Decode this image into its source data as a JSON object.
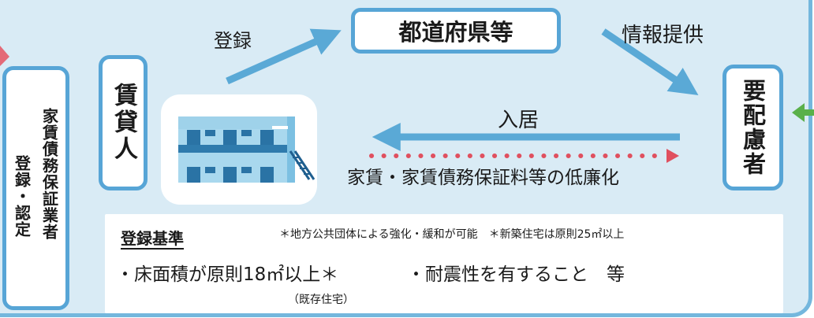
{
  "prefecture": "都道府県等",
  "landlord": "賃貸人",
  "needy": "要配慮者",
  "guarantor_line1": "家賃債務保証業者",
  "guarantor_line2": "登録・認定",
  "flow": {
    "register": "登録",
    "info": "情報提供",
    "move_in": "入居",
    "reduction": "家賃・家賃債務保証料等の低廉化"
  },
  "criteria": {
    "title": "登録基準",
    "note": "＊地方公共団体による強化・緩和が可能　＊新築住宅は原則25㎡以上",
    "item1": "・床面積が原則18㎡以上＊",
    "item2": "・耐震性を有すること　等",
    "sub": "（既存住宅）"
  },
  "colors": {
    "panel": "#d9ebf5",
    "border": "#57a5d6",
    "arrow": "#5aa9d6",
    "dotted": "#e0505f",
    "green": "#5ab04a"
  }
}
